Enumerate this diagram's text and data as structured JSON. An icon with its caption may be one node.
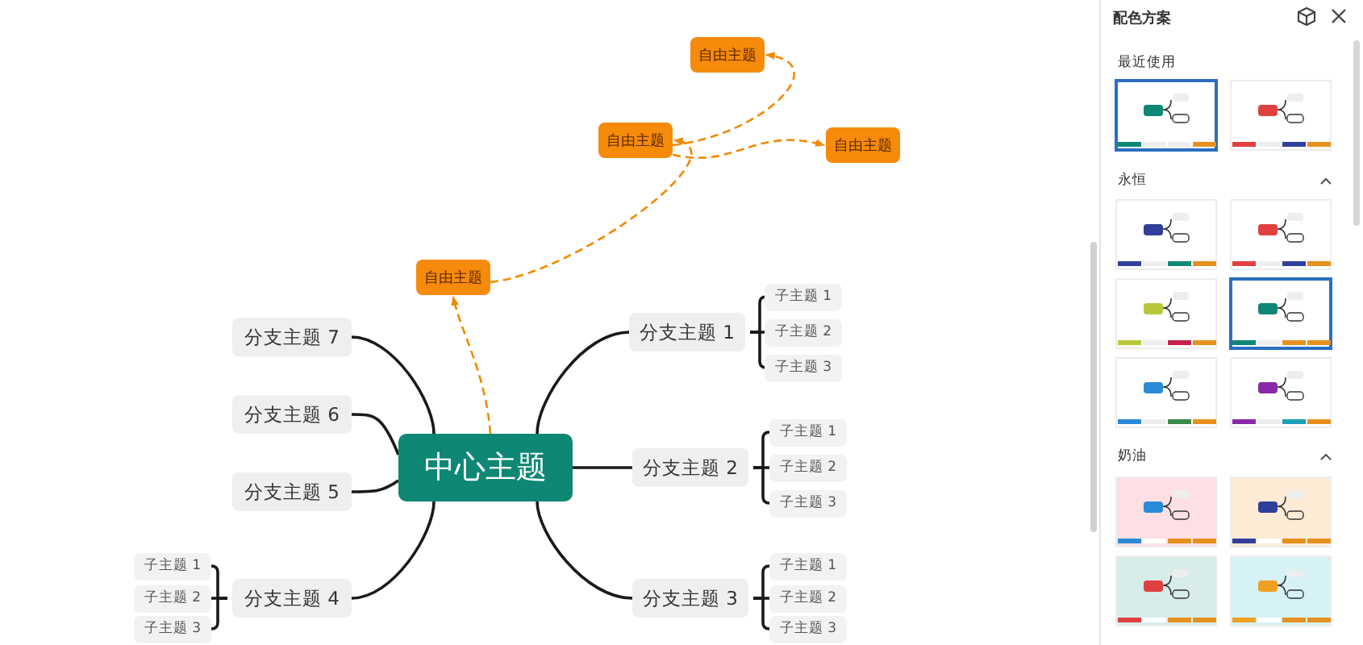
{
  "diagram": {
    "nodes": [
      {
        "text": [
          "中心主题"
        ]
      },
      {
        "text": [
          "自由主题"
        ]
      },
      {
        "text": [
          "自由主题"
        ]
      },
      {
        "text": [
          "自由主题"
        ]
      },
      {
        "text": [
          "自由主题"
        ]
      },
      {
        "text": [
          "分支主题 1"
        ]
      },
      {
        "text": [
          "子主题 1"
        ]
      },
      {
        "text": [
          "子主题 2"
        ]
      },
      {
        "text": [
          "子主题 3"
        ]
      },
      {
        "text": [
          "分支主题 2"
        ]
      },
      {
        "text": [
          "子主题 1"
        ]
      },
      {
        "text": [
          "子主题 2"
        ]
      },
      {
        "text": [
          "子主题 3"
        ]
      },
      {
        "text": [
          "分支主题 3"
        ]
      },
      {
        "text": [
          "子主题 1"
        ]
      },
      {
        "text": [
          "子主题 2"
        ]
      },
      {
        "text": [
          "子主题 3"
        ]
      },
      {
        "text": [
          "分支主题 4"
        ]
      },
      {
        "text": [
          "子主题 1"
        ]
      },
      {
        "text": [
          "子主题 2"
        ]
      },
      {
        "text": [
          "子主题 3"
        ]
      },
      {
        "text": [
          "分支主题 5"
        ]
      },
      {
        "text": [
          "分支主题 6"
        ]
      },
      {
        "text": [
          "分支主题 7"
        ]
      }
    ],
    "edges": [
      {
        "from": 0,
        "to": 1,
        "arrow": "to",
        "style": "dashed",
        "color": "#f08a00"
      },
      {
        "from": 1,
        "to": 2,
        "arrow": "to",
        "style": "dashed",
        "color": "#f08a00"
      },
      {
        "from": 2,
        "to": 3,
        "arrow": "to",
        "style": "dashed",
        "color": "#f08a00"
      },
      {
        "from": 2,
        "to": 4,
        "arrow": "to",
        "style": "dashed",
        "color": "#f08a00"
      },
      {
        "from": 0,
        "to": 5,
        "arrow": "none"
      },
      {
        "from": 5,
        "to": 6,
        "arrow": "none"
      },
      {
        "from": 5,
        "to": 7,
        "arrow": "none"
      },
      {
        "from": 5,
        "to": 8,
        "arrow": "none"
      },
      {
        "from": 0,
        "to": 9,
        "arrow": "none"
      },
      {
        "from": 9,
        "to": 10,
        "arrow": "none"
      },
      {
        "from": 9,
        "to": 11,
        "arrow": "none"
      },
      {
        "from": 9,
        "to": 12,
        "arrow": "none"
      },
      {
        "from": 0,
        "to": 13,
        "arrow": "none"
      },
      {
        "from": 13,
        "to": 14,
        "arrow": "none"
      },
      {
        "from": 13,
        "to": 15,
        "arrow": "none"
      },
      {
        "from": 13,
        "to": 16,
        "arrow": "none"
      },
      {
        "from": 0,
        "to": 17,
        "arrow": "none"
      },
      {
        "from": 17,
        "to": 18,
        "arrow": "none"
      },
      {
        "from": 17,
        "to": 19,
        "arrow": "none"
      },
      {
        "from": 17,
        "to": 20,
        "arrow": "none"
      },
      {
        "from": 0,
        "to": 21,
        "arrow": "none"
      },
      {
        "from": 0,
        "to": 22,
        "arrow": "none"
      },
      {
        "from": 0,
        "to": 23,
        "arrow": "none"
      }
    ],
    "labels": [
      "配色方案",
      "最近使用",
      "永恒",
      "奶油"
    ]
  }
}
